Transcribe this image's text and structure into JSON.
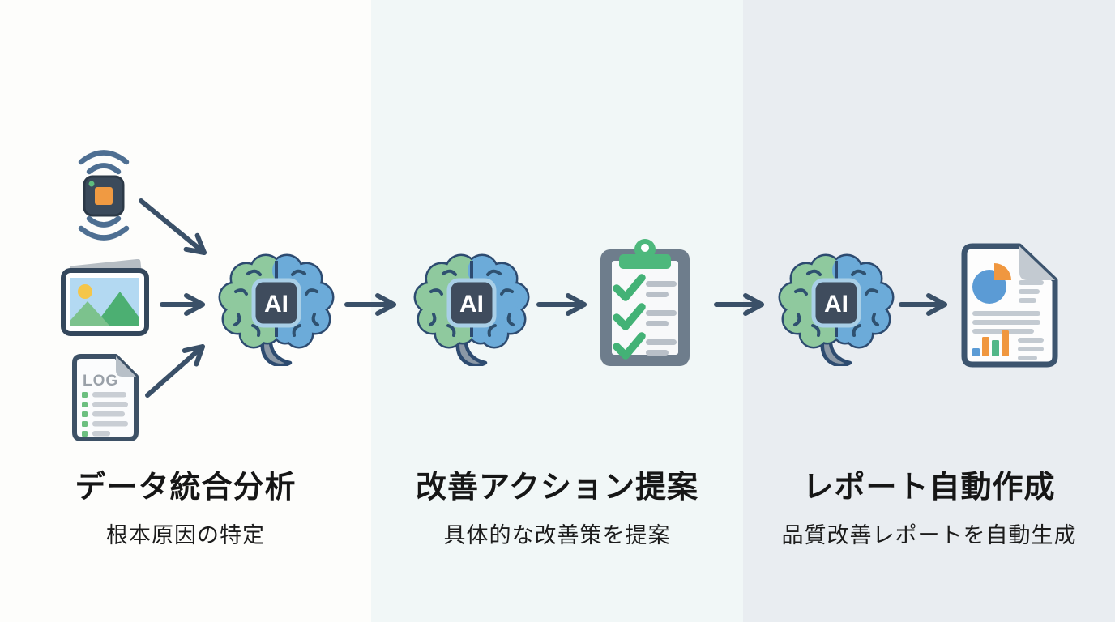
{
  "figure": {
    "type": "process-flow-diagram",
    "language": "ja",
    "description_visible_text_only": true
  },
  "panels": [
    {
      "title": "データ統合分析",
      "subtitle": "根本原因の特定",
      "bg": "#fdfdfb"
    },
    {
      "title": "改善アクション提案",
      "subtitle": "具体的な改善策を提案",
      "bg": "#f1f7f7"
    },
    {
      "title": "レポート自動作成",
      "subtitle": "品質改善レポートを自動生成",
      "bg": "#e9edf1"
    }
  ],
  "icon_text": {
    "ai_chip": "AI",
    "log_document": "LOG"
  },
  "colors": {
    "outline_navy": "#2d4b70",
    "arrow_slate": "#3a5068",
    "wave_slate": "#4e6f92",
    "brain_green": "#8fc99e",
    "brain_blue": "#6cabd9",
    "chip_dark": "#3f4c5d",
    "chip_glow": "#a9cfe7",
    "accent_green": "#4db87c",
    "accent_orange": "#f0973f",
    "accent_blue": "#5b9bd5",
    "gray_line": "#c3cad1",
    "clipboard_frame": "#6e7d8c",
    "stem_gray": "#8b98a6",
    "text_dark": "#161616"
  }
}
